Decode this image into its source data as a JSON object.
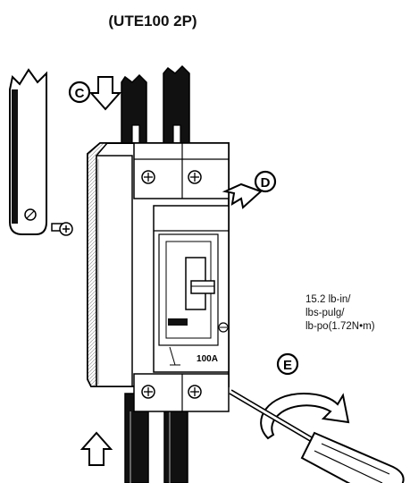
{
  "title": "(UTE100 2P)",
  "callouts": {
    "c": "C",
    "d": "D",
    "e": "E"
  },
  "torque": {
    "line1": "15.2 lb-in/",
    "line2": "lbs-pulg/",
    "line3": "lb-po(1.72N•m)"
  },
  "breaker_labels": {
    "rating": "100A"
  }
}
